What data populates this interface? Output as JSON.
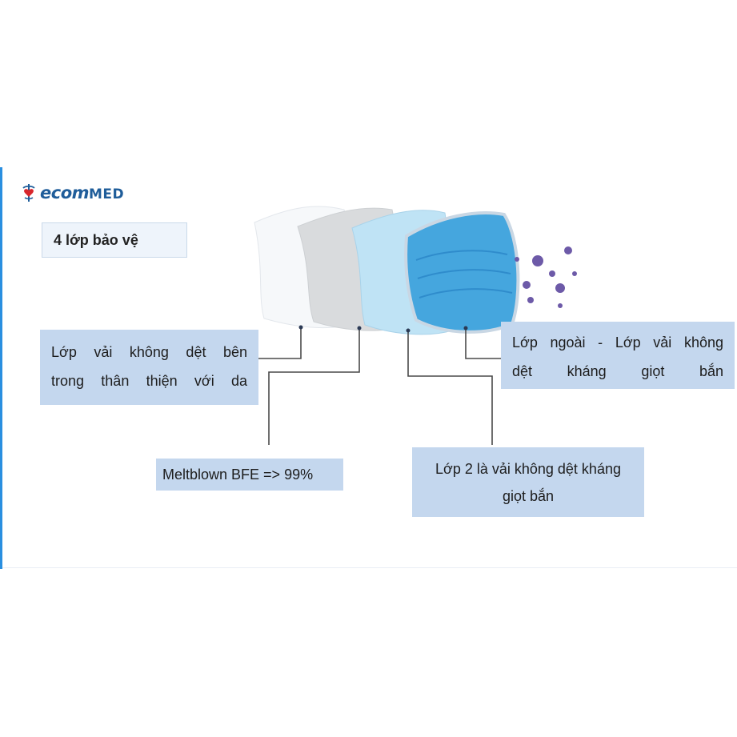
{
  "brand": {
    "logo_text_a": "ecom",
    "logo_text_b": "MED",
    "accent": "#1f5d9a",
    "rule_color": "#2a8fe0"
  },
  "title": "4 lớp bảo vệ",
  "labels": {
    "inner_layer": [
      "Lớp vải không dệt bên",
      "trong thân thiện với da"
    ],
    "outer_layer": [
      "Lớp ngoài - Lớp vải không",
      "dệt kháng giọt bắn"
    ],
    "meltblown": "Meltblown BFE => 99%",
    "layer2": [
      "Lớp 2 là vải không dệt kháng",
      "giọt bắn"
    ]
  },
  "icons": {
    "logo": "medical-cross-heart-icon",
    "virus": "virus-particle-icon"
  },
  "layer_colors": {
    "white": "#f6f8fa",
    "gray": "#d9dbdd",
    "light_blue": "#bfe3f5",
    "mask_blue": "#45a6de"
  }
}
